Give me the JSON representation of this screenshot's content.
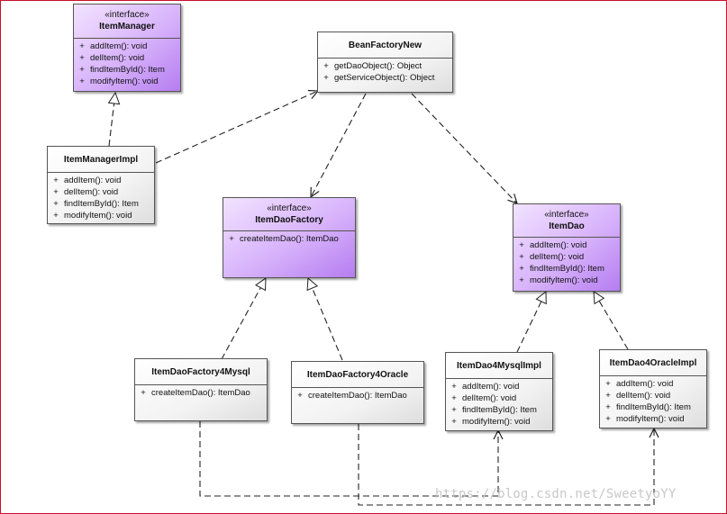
{
  "diagram": {
    "stereotype": "«interface»",
    "classes": {
      "item_manager": {
        "stereotype": "«interface»",
        "name": "ItemManager",
        "operations": [
          "addItem(): void",
          "delItem(): void",
          "findItemById(): Item",
          "modifyItem(): void"
        ]
      },
      "bean_factory_new": {
        "name": "BeanFactoryNew",
        "operations": [
          "getDaoObject(): Object",
          "getServiceObject(): Object"
        ]
      },
      "item_manager_impl": {
        "name": "ItemManagerImpl",
        "operations": [
          "addItem(): void",
          "delItem(): void",
          "findItemById(): Item",
          "modifyItem(): void"
        ]
      },
      "item_dao_factory": {
        "stereotype": "«interface»",
        "name": "ItemDaoFactory",
        "operations": [
          "createItemDao(): ItemDao"
        ]
      },
      "item_dao": {
        "stereotype": "«interface»",
        "name": "ItemDao",
        "operations": [
          "addItem(): void",
          "delItem(): void",
          "findItemById(): Item",
          "modifyItem(): void"
        ]
      },
      "item_dao_factory_4_mysql": {
        "name": "ItemDaoFactory4Mysql",
        "operations": [
          "createItemDao(): ItemDao"
        ]
      },
      "item_dao_factory_4_oracle": {
        "name": "ItemDaoFactory4Oracle",
        "operations": [
          "createItemDao(): ItemDao"
        ]
      },
      "item_dao_4_mysql_impl": {
        "name": "ItemDao4MysqlImpl",
        "operations": [
          "addItem(): void",
          "delItem(): void",
          "findItemById(): Item",
          "modifyItem(): void"
        ]
      },
      "item_dao_4_oracle_impl": {
        "name": "ItemDao4OracleImpl",
        "operations": [
          "addItem(): void",
          "delItem(): void",
          "findItemById(): Item",
          "modifyItem(): void"
        ]
      }
    },
    "visibility_symbol": "+",
    "colors": {
      "interface_fill": "#c9a0f7",
      "class_fill": "#f2f2f2",
      "border": "#555555",
      "edge": "#222222",
      "frame": "#c8102e"
    }
  },
  "watermark": "https://blog.csdn.net/SweetyoYY"
}
